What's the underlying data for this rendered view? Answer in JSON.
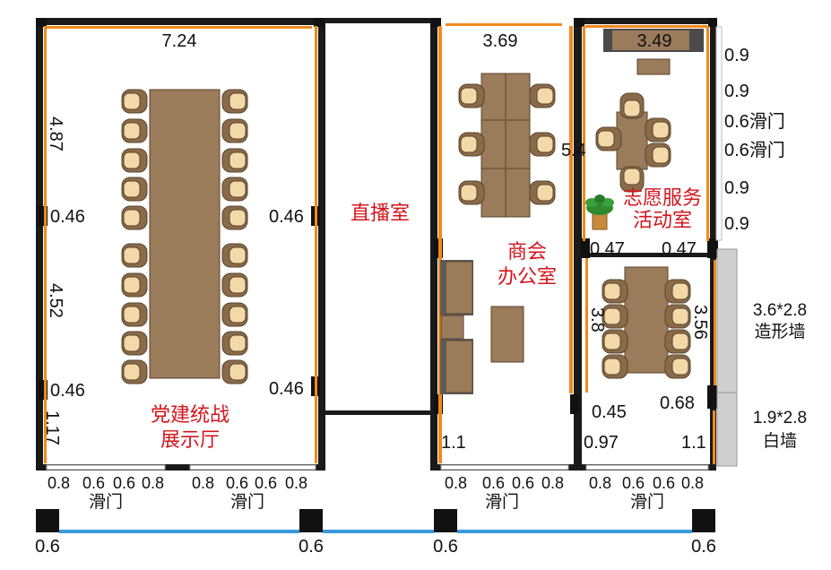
{
  "colors": {
    "wall": "#1a1a1a",
    "glass": "#f08a1c",
    "wood": "#9a7b5a",
    "chair_back": "#8a6a48",
    "chair_seat": "#f4d9a8",
    "red_label": "#d2161e",
    "blue_line": "#3a9ad9",
    "wall_panel": "#cfcfcf"
  },
  "icons": [
    "potted-plant-icon",
    "chair-icon",
    "sofa-icon",
    "tv-cabinet-icon"
  ],
  "rooms": {
    "exhibition": {
      "line1": "党建统战",
      "line2": "展示厅"
    },
    "live": {
      "label": "直播室"
    },
    "chamber": {
      "line1": "商会",
      "line2": "办公室"
    },
    "volunteer": {
      "line1": "志愿服务",
      "line2": "活动室"
    }
  },
  "dims": {
    "exh_width": "7.24",
    "exh_left_upper": "4.87",
    "exh_left_046_a": "0.46",
    "exh_left_mid": "4.52",
    "exh_left_046_b": "0.46",
    "exh_left_bottom": "1.17",
    "exh_right_046_a": "0.46",
    "exh_right_046_b": "0.46",
    "chamber_width": "3.69",
    "chamber_depth": "5.4",
    "chamber_bottom_left": "1.1",
    "vol_width": "3.49",
    "vol_047_left": "0.47",
    "vol_047_right": "0.47",
    "vol_38": "3.8",
    "vol_356": "3.56",
    "vol_045": "0.45",
    "vol_068": "0.68",
    "vol_097": "0.97",
    "vol_11": "1.1",
    "right_09_a": "0.9",
    "right_09_b": "0.9",
    "right_06_a": "0.6滑门",
    "right_06_b": "0.6滑门",
    "right_09_c": "0.9",
    "right_09_d": "0.9"
  },
  "bottom_segments": {
    "exh_left": [
      "0.8",
      "0.6",
      "0.6",
      "0.8"
    ],
    "exh_right": [
      "0.8",
      "0.6",
      "0.6",
      "0.8"
    ],
    "chamber": [
      "0.8",
      "0.6",
      "0.6",
      "0.8"
    ],
    "volunteer": [
      "0.8",
      "0.6",
      "0.6",
      "0.8"
    ],
    "sliding_door": [
      "滑门",
      "滑门",
      "滑门",
      "滑门"
    ]
  },
  "columns": [
    "0.6",
    "0.6",
    "0.6",
    "0.6"
  ],
  "wall_panels": [
    {
      "size": "3.6*2.8",
      "name": "造形墙"
    },
    {
      "size": "1.9*2.8",
      "name": "白墙"
    }
  ]
}
